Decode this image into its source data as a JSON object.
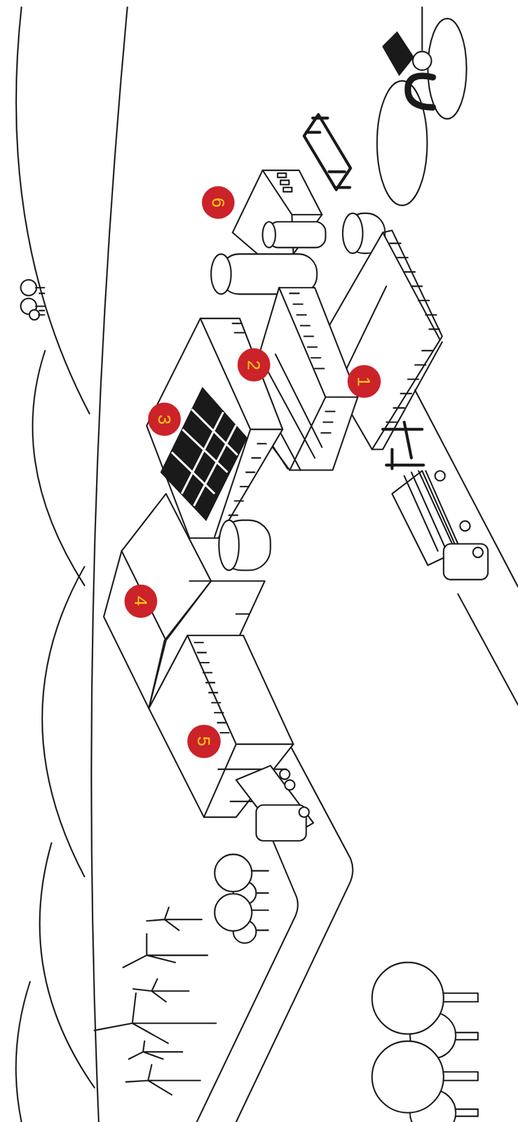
{
  "diagram": {
    "nodes": [
      {
        "text": [
          "1"
        ]
      },
      {
        "text": [
          "2"
        ]
      },
      {
        "text": [
          "3"
        ]
      },
      {
        "text": [
          "4"
        ]
      },
      {
        "text": [
          "5"
        ]
      },
      {
        "text": [
          "6"
        ]
      }
    ]
  }
}
